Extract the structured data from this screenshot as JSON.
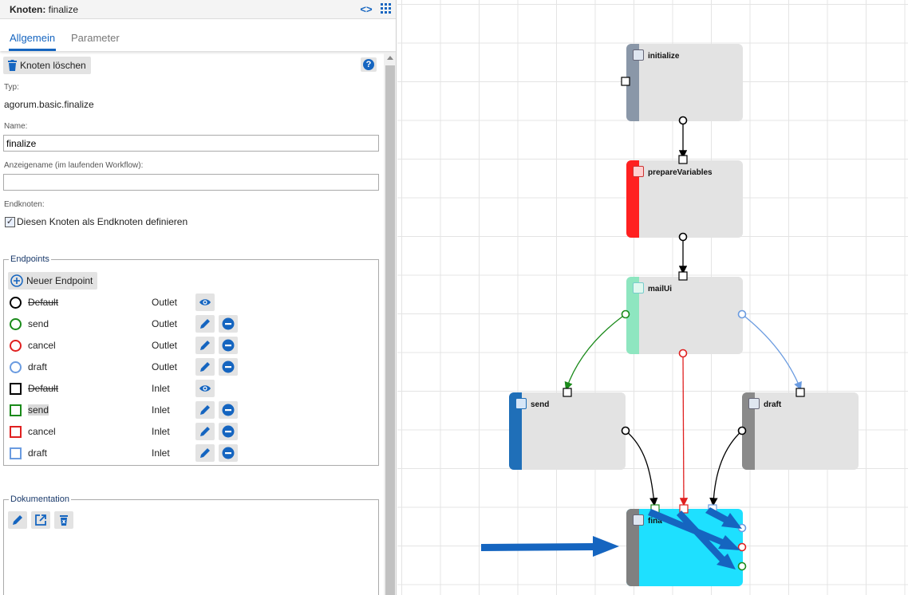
{
  "header": {
    "title_bold": "Knoten:",
    "title_rest": " finalize",
    "code_icon_text": "<>"
  },
  "tabs": [
    {
      "label": "Allgemein"
    },
    {
      "label": "Parameter"
    }
  ],
  "general": {
    "delete_button": "Knoten löschen",
    "help_icon": "?",
    "type_label": "Typ:",
    "type_value": "agorum.basic.finalize",
    "name_label": "Name:",
    "name_value": "finalize",
    "display_name_label": "Anzeigename (im laufenden Workflow):",
    "display_name_value": "",
    "end_node_label": "Endknoten:",
    "end_node_checkbox": "Diesen Knoten als Endknoten definieren",
    "end_node_checked": true
  },
  "endpoints": {
    "legend": "Endpoints",
    "new_button": "Neuer Endpoint",
    "rows": [
      {
        "name": "Default",
        "type": "Outlet",
        "shape": "circle",
        "color": "#000000",
        "strike": true,
        "actions": [
          "view"
        ]
      },
      {
        "name": "send",
        "type": "Outlet",
        "shape": "circle",
        "color": "#1a8a1a",
        "strike": false,
        "actions": [
          "edit",
          "remove"
        ]
      },
      {
        "name": "cancel",
        "type": "Outlet",
        "shape": "circle",
        "color": "#e02020",
        "strike": false,
        "actions": [
          "edit",
          "remove"
        ]
      },
      {
        "name": "draft",
        "type": "Outlet",
        "shape": "circle",
        "color": "#6a9be0",
        "strike": false,
        "actions": [
          "edit",
          "remove"
        ]
      },
      {
        "name": "Default",
        "type": "Inlet",
        "shape": "square",
        "color": "#000000",
        "strike": true,
        "actions": [
          "view"
        ]
      },
      {
        "name": "send",
        "type": "Inlet",
        "shape": "square",
        "color": "#1a8a1a",
        "strike": false,
        "highlight": true,
        "actions": [
          "edit",
          "remove"
        ]
      },
      {
        "name": "cancel",
        "type": "Inlet",
        "shape": "square",
        "color": "#e02020",
        "strike": false,
        "actions": [
          "edit",
          "remove"
        ]
      },
      {
        "name": "draft",
        "type": "Inlet",
        "shape": "square",
        "color": "#6a9be0",
        "strike": false,
        "actions": [
          "edit",
          "remove"
        ]
      }
    ]
  },
  "documentation": {
    "legend": "Dokumentation"
  },
  "workflow": {
    "nodes": [
      {
        "id": "initialize",
        "label": "initialize",
        "stripe": "#8a97a8"
      },
      {
        "id": "prepareVariables",
        "label": "prepareVariables",
        "stripe": "#ff2020"
      },
      {
        "id": "mailUi",
        "label": "mailUi",
        "stripe": "#8ee6c0"
      },
      {
        "id": "send",
        "label": "send",
        "stripe": "#1f6fb8"
      },
      {
        "id": "draft",
        "label": "draft",
        "stripe": "#8a8a8a"
      },
      {
        "id": "finalize",
        "label": "fina",
        "stripe": "#808080",
        "fill": "#1ee0ff",
        "selected": true
      }
    ],
    "colors": {
      "accent": "#1565c0",
      "annotation_arrow": "#1565c0"
    }
  }
}
